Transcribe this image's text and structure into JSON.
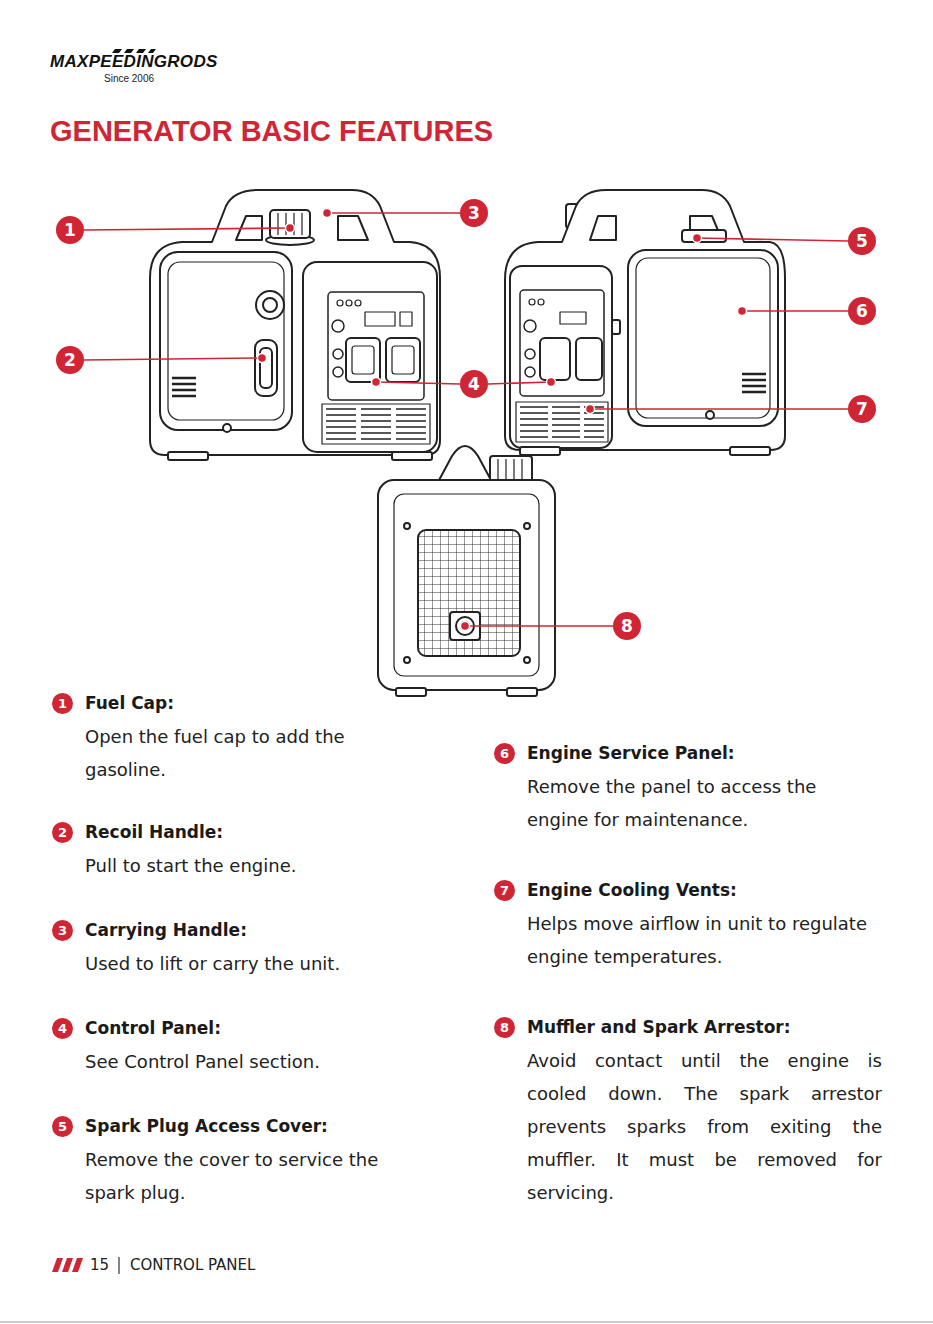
{
  "diagram": {
    "title": "GENERATOR BASIC FEATURES",
    "nodes": [
      {
        "text": [
          "1"
        ]
      },
      {
        "text": [
          "2"
        ]
      },
      {
        "text": [
          "3"
        ]
      },
      {
        "text": [
          "4"
        ]
      },
      {
        "text": [
          "5"
        ]
      },
      {
        "text": [
          "6"
        ]
      },
      {
        "text": [
          "7"
        ]
      },
      {
        "text": [
          "8"
        ]
      },
      {
        "text": [
          "1",
          "Fuel Cap:",
          "Open the fuel cap to add the gasoline."
        ]
      },
      {
        "text": [
          "2",
          "Recoil Handle:",
          "Pull to start the engine."
        ]
      },
      {
        "text": [
          "3",
          "Carrying Handle:",
          "Used to lift or carry the unit."
        ]
      },
      {
        "text": [
          "4",
          "Control Panel:",
          "See Control Panel section."
        ]
      },
      {
        "text": [
          "5",
          "Spark Plug Access Cover:",
          "Remove the cover to service the spark plug."
        ]
      },
      {
        "text": [
          "6",
          "Engine Service Panel:",
          "Remove the panel to access the engine for maintenance."
        ]
      },
      {
        "text": [
          "7",
          "Engine Cooling Vents:",
          "Helps move airflow in unit to regulate engine temperatures."
        ]
      },
      {
        "text": [
          "8",
          "Muffler and Spark Arrestor:",
          "Avoid contact until the engine is cooled down. The spark arrestor prevents sparks from exiting the muffler. It must be removed for servicing."
        ]
      }
    ],
    "labels": [
      "MAXPEEDINGRODS",
      "Since 2006",
      "15",
      "CONTROL PANEL"
    ]
  }
}
